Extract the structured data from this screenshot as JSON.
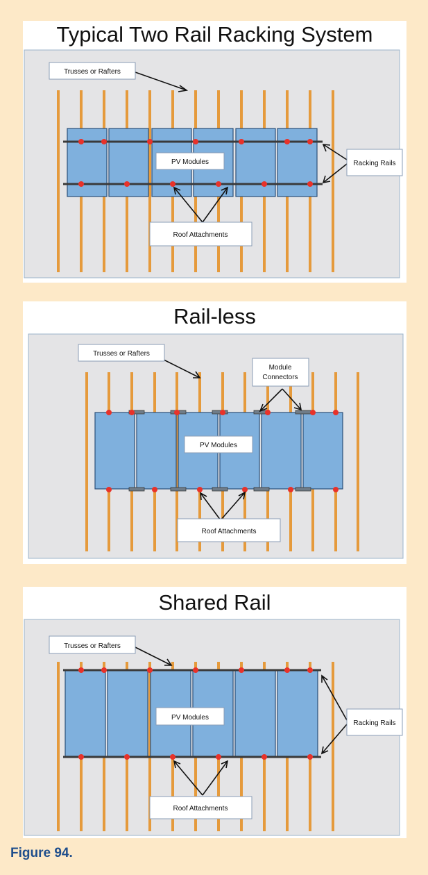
{
  "figure": {
    "caption": "Figure 94."
  },
  "panels": [
    {
      "title": "Typical Two Rail Racking System",
      "labels": {
        "rafters": "Trusses or Rafters",
        "modules": "PV Modules",
        "rails": "Racking Rails",
        "attachments": "Roof Attachments"
      }
    },
    {
      "title": "Rail-less",
      "labels": {
        "rafters": "Trusses or Rafters",
        "modules": "PV Modules",
        "connectors_line1": "Module",
        "connectors_line2": "Connectors",
        "attachments": "Roof Attachments"
      }
    },
    {
      "title": "Shared Rail",
      "labels": {
        "rafters": "Trusses or Rafters",
        "modules": "PV Modules",
        "rails": "Racking Rails",
        "attachments": "Roof Attachments"
      }
    }
  ],
  "colors": {
    "page_background": "#fde9c8",
    "diagram_background": "#e4e4e6",
    "rafter": "#e59a3c",
    "module": "#7fb0dd",
    "module_edge": "#2c4f78",
    "rail": "#3a3a3a",
    "attachment": "#e8322a",
    "caption": "#1f4e8c"
  },
  "icons": [
    "arrow-icon"
  ]
}
